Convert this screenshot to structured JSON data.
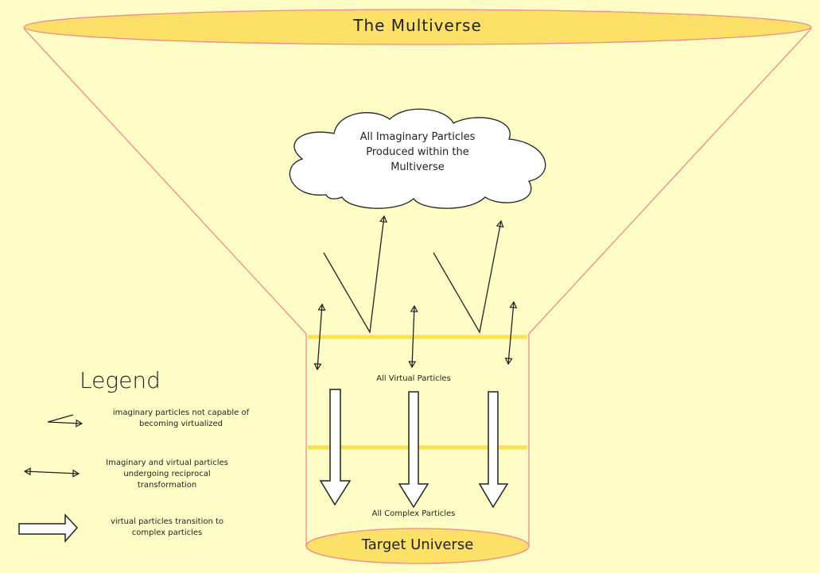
{
  "title": "The Multiverse",
  "cloud_label": "All Imaginary Particles Produced within the Multiverse",
  "virtual_label": "All Virtual Particles",
  "complex_label": "All Complex Particles",
  "target_label": "Target Universe",
  "legend": {
    "title": "Legend",
    "items": [
      {
        "icon": "single-arrow",
        "label": "imaginary particles not capable of becoming virtualized"
      },
      {
        "icon": "double-arrow",
        "label": "Imaginary and virtual particles undergoing reciprocal transformation"
      },
      {
        "icon": "block-arrow",
        "label": "virtual particles transition to complex particles"
      }
    ]
  },
  "colors": {
    "background": "#fefdc6",
    "ellipse": "#fde068",
    "outline": "#f08a8a",
    "band": "#fbe050"
  }
}
